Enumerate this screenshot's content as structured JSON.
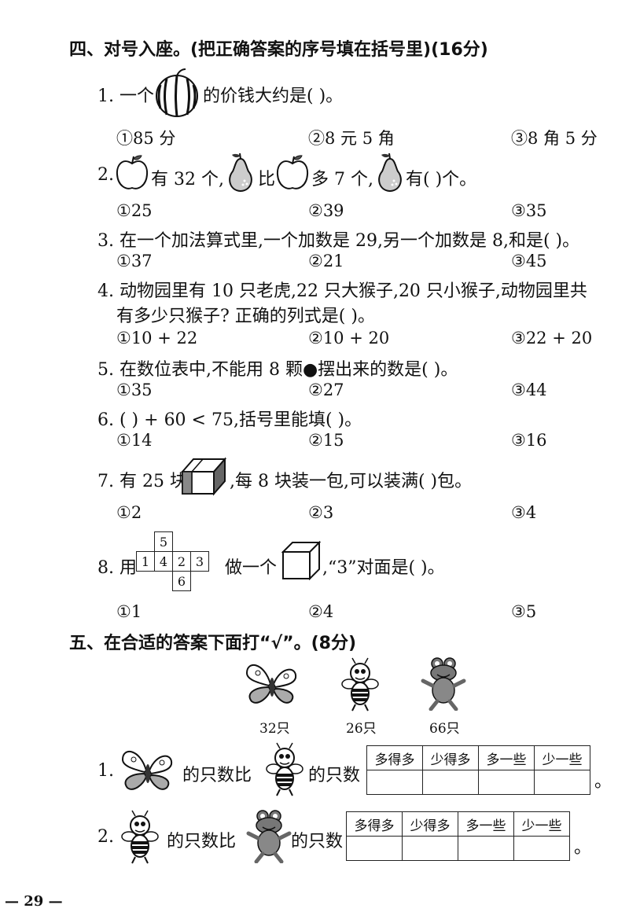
{
  "section4": {
    "title": "四、对号入座。(把正确答案的序号填在括号里)(16分)",
    "questions": [
      {
        "pre": "1. 一个",
        "post": "的价钱大约是(      )。",
        "options": [
          "①85 分",
          "②8 元 5 角",
          "③8 角 5 分"
        ]
      },
      {
        "a": "2.",
        "b": "有 32 个,",
        "c": "比",
        "d": "多 7 个,",
        "e": "有(      )个。",
        "options": [
          "①25",
          "②39",
          "③35"
        ]
      },
      {
        "text": "3. 在一个加法算式里,一个加数是 29,另一个加数是 8,和是(      )。",
        "options": [
          "①37",
          "②21",
          "③45"
        ]
      },
      {
        "line1": "4. 动物园里有 10 只老虎,22 只大猴子,20 只小猴子,动物园里共",
        "line2": "有多少只猴子? 正确的列式是(      )。",
        "options": [
          "①10 + 22",
          "②10 + 20",
          "③22 + 20"
        ]
      },
      {
        "text": "5. 在数位表中,不能用 8 颗●摆出来的数是(      )。",
        "options": [
          "①35",
          "②27",
          "③44"
        ]
      },
      {
        "text": "6. (      ) + 60 < 75,括号里能填(      )。",
        "options": [
          "①14",
          "②15",
          "③16"
        ]
      },
      {
        "pre": "7. 有 25 块",
        "post": ",每 8 块装一包,可以装满(      )包。",
        "options": [
          "①2",
          "②3",
          "③4"
        ]
      },
      {
        "pre": "8. 用",
        "mid": "做一个",
        "post": ",“3”对面是(      )。",
        "net": {
          "top": "5",
          "row": [
            "1",
            "4",
            "2",
            "3"
          ],
          "bottom": "6"
        },
        "options": [
          "①1",
          "②4",
          "③5"
        ]
      }
    ]
  },
  "section5": {
    "title": "五、在合适的答案下面打“√”。(8分)",
    "animals": [
      "32只",
      "26只",
      "66只"
    ],
    "q1": {
      "num": "1.",
      "mid": "的只数比",
      "end": "的只数"
    },
    "q2": {
      "num": "2.",
      "mid": "的只数比",
      "end": "的只数"
    },
    "headers": [
      "多得多",
      "少得多",
      "多一些",
      "少一些"
    ],
    "period": "。"
  },
  "footer": {
    "page": "— 29 —"
  }
}
